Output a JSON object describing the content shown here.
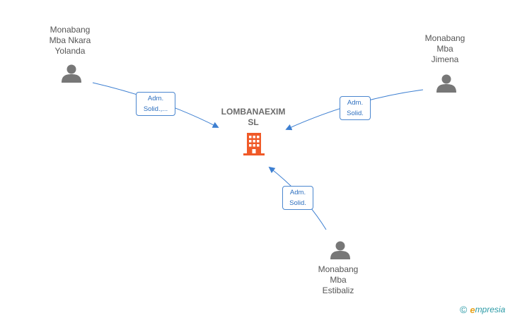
{
  "company": {
    "name_lines": [
      "LOMBANAEXIM",
      "SL"
    ],
    "icon": "building-icon",
    "color": "#f05a28"
  },
  "people": [
    {
      "id": "p1",
      "name_lines": [
        "Monabang",
        "Mba Nkara",
        "Yolanda"
      ],
      "icon": "person-icon"
    },
    {
      "id": "p2",
      "name_lines": [
        "Monabang",
        "Mba",
        "Jimena"
      ],
      "icon": "person-icon"
    },
    {
      "id": "p3",
      "name_lines": [
        "Monabang",
        "Mba",
        "Estibaliz"
      ],
      "icon": "person-icon"
    }
  ],
  "relations": [
    {
      "from": "p1",
      "label_lines": [
        "Adm.",
        "Solid.,..."
      ]
    },
    {
      "from": "p2",
      "label_lines": [
        "Adm.",
        "Solid."
      ]
    },
    {
      "from": "p3",
      "label_lines": [
        "Adm.",
        "Solid."
      ]
    }
  ],
  "colors": {
    "edge": "#3d7fd1",
    "person_icon": "#777777",
    "label_text": "#555555"
  },
  "footer": {
    "copyright_symbol": "©",
    "brand_initial": "e",
    "brand_rest": "mpresia"
  }
}
